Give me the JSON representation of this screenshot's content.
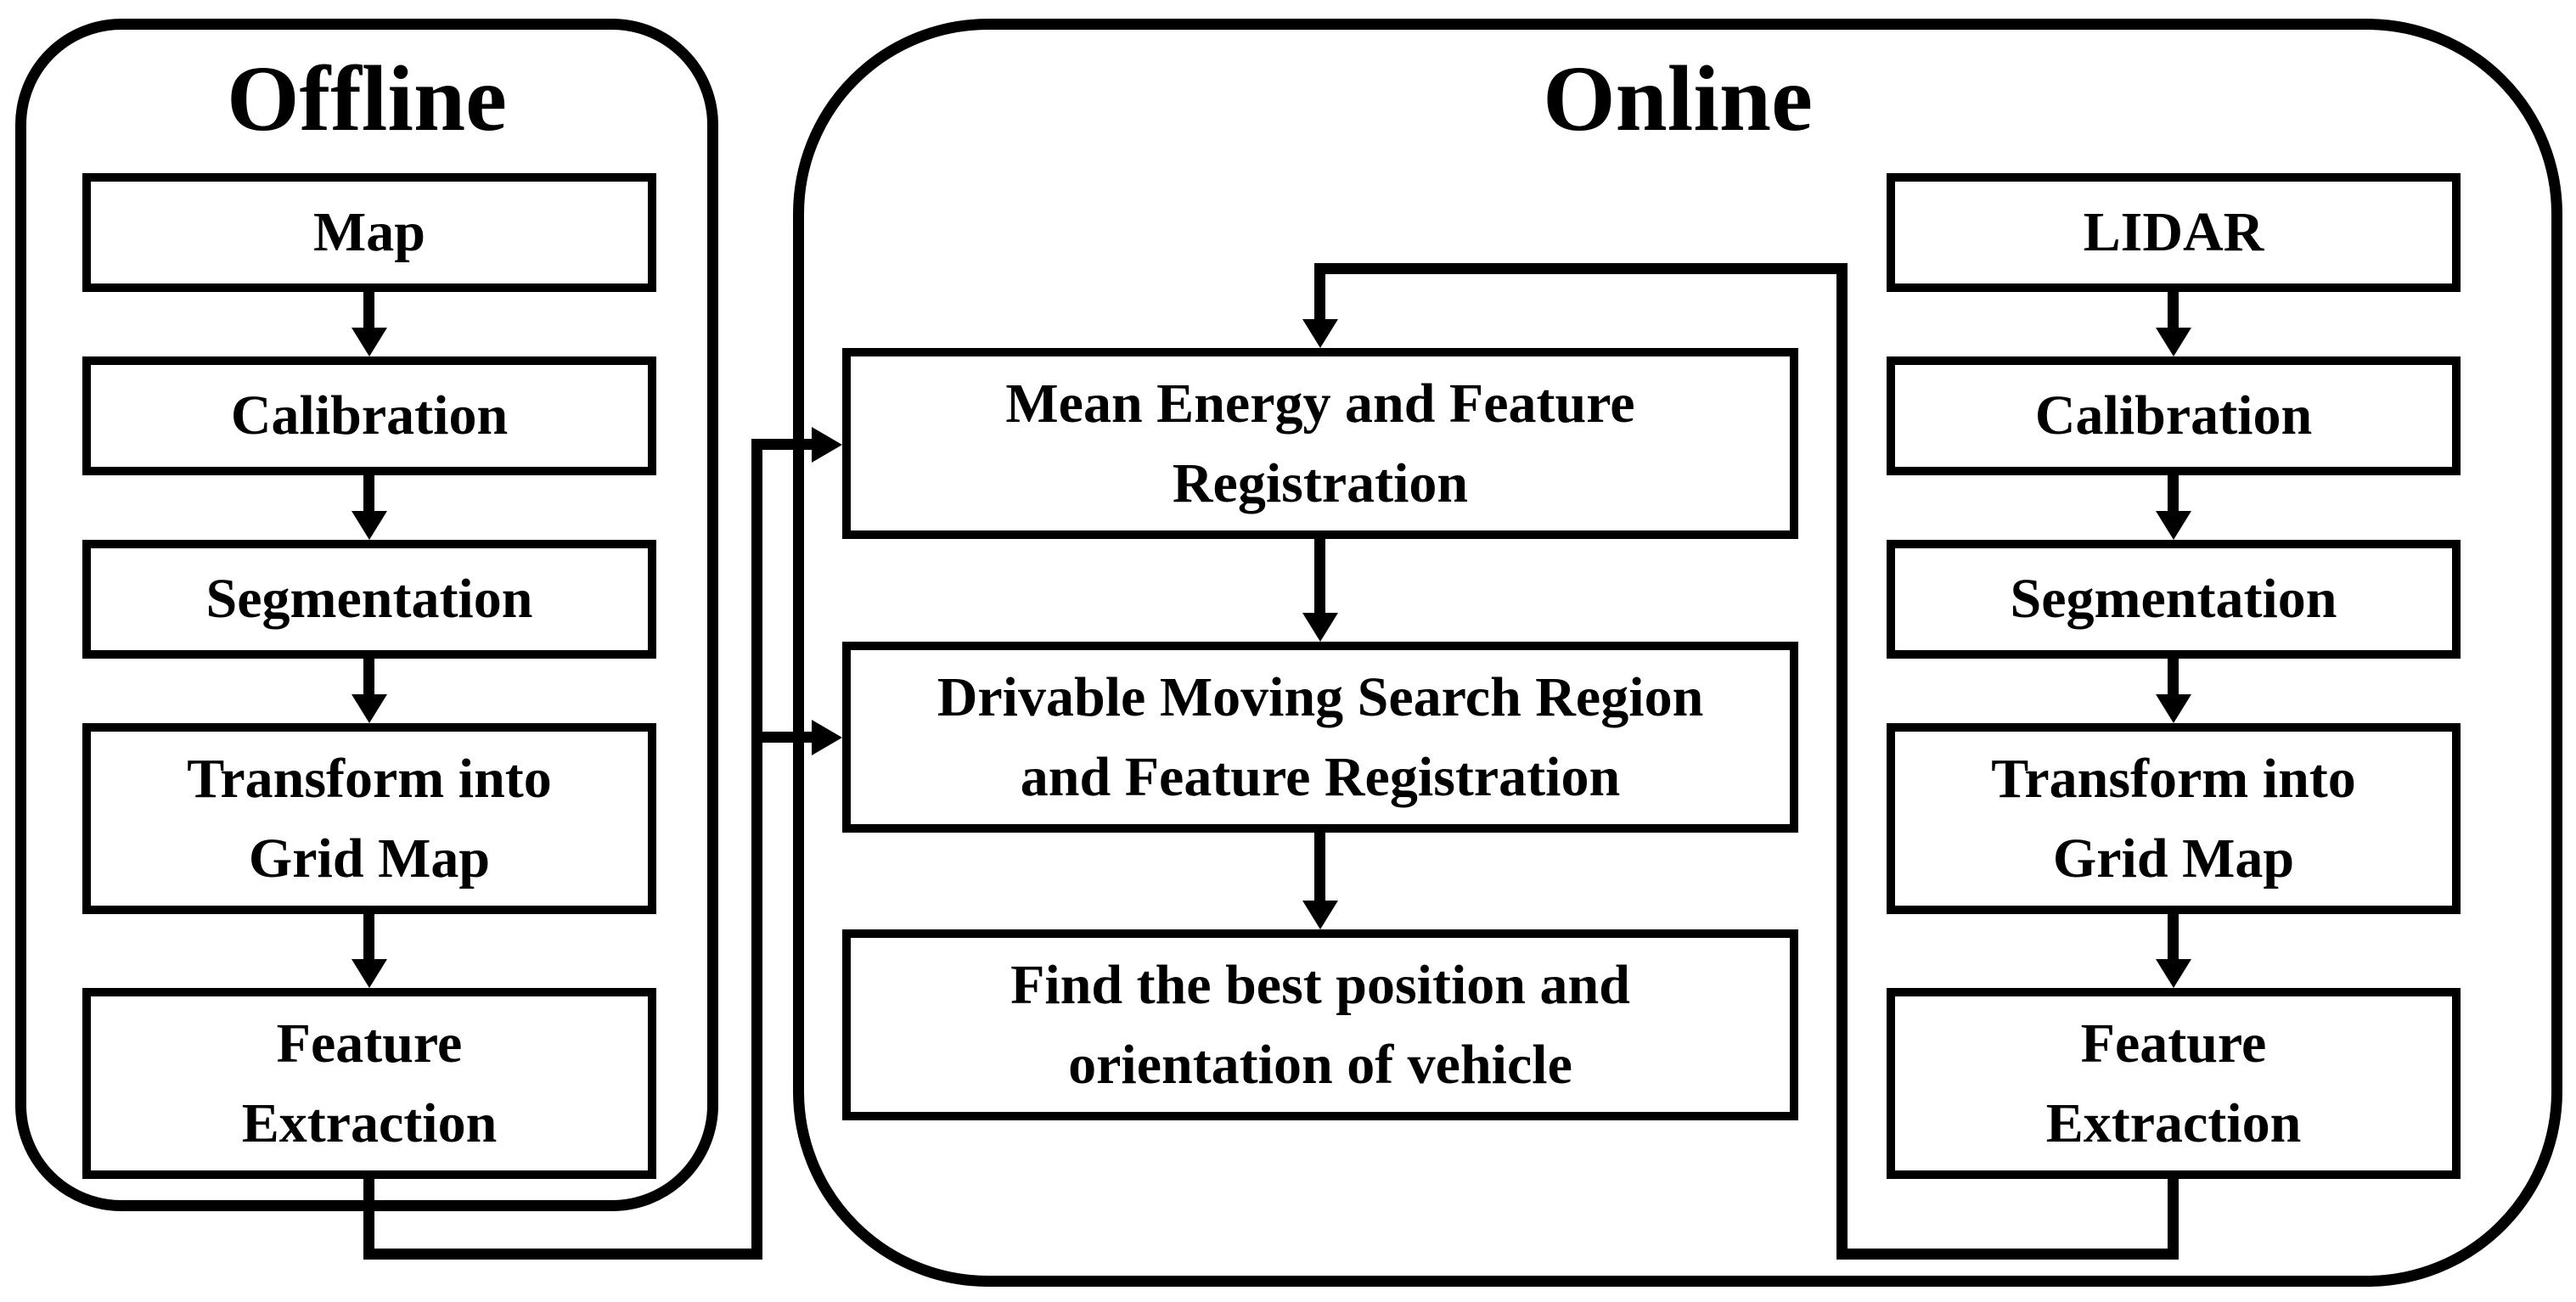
{
  "colors": {
    "background": "#ffffff",
    "stroke": "#000000",
    "box_fill": "#ffffff"
  },
  "offline": {
    "title": "Offline",
    "boxes": [
      {
        "label": "Map"
      },
      {
        "label": "Calibration"
      },
      {
        "label": "Segmentation"
      },
      {
        "label": "Transform into\nGrid Map"
      },
      {
        "label": "Feature\nExtraction"
      }
    ]
  },
  "online": {
    "title": "Online",
    "pipeline": [
      {
        "label": "Mean Energy and Feature\nRegistration"
      },
      {
        "label": "Drivable Moving Search Region\nand Feature Registration"
      },
      {
        "label": "Find the best position and\norientation of vehicle"
      }
    ],
    "sensor_column": [
      {
        "label": "LIDAR"
      },
      {
        "label": "Calibration"
      },
      {
        "label": "Segmentation"
      },
      {
        "label": "Transform into\nGrid Map"
      },
      {
        "label": "Feature\nExtraction"
      }
    ]
  },
  "edges": [
    "Map -> Calibration (offline)",
    "Calibration -> Segmentation (offline)",
    "Segmentation -> Transform into Grid Map (offline)",
    "Transform into Grid Map -> Feature Extraction (offline)",
    "Feature Extraction (offline) -> Mean Energy and Feature Registration",
    "Feature Extraction (offline) -> Drivable Moving Search Region and Feature Registration",
    "LIDAR -> Calibration (online)",
    "Calibration -> Segmentation (online)",
    "Segmentation -> Transform into Grid Map (online)",
    "Transform into Grid Map -> Feature Extraction (online)",
    "Feature Extraction (online) -> Mean Energy and Feature Registration",
    "Mean Energy and Feature Registration -> Drivable Moving Search Region and Feature Registration",
    "Drivable Moving Search Region and Feature Registration -> Find the best position and orientation of vehicle"
  ]
}
